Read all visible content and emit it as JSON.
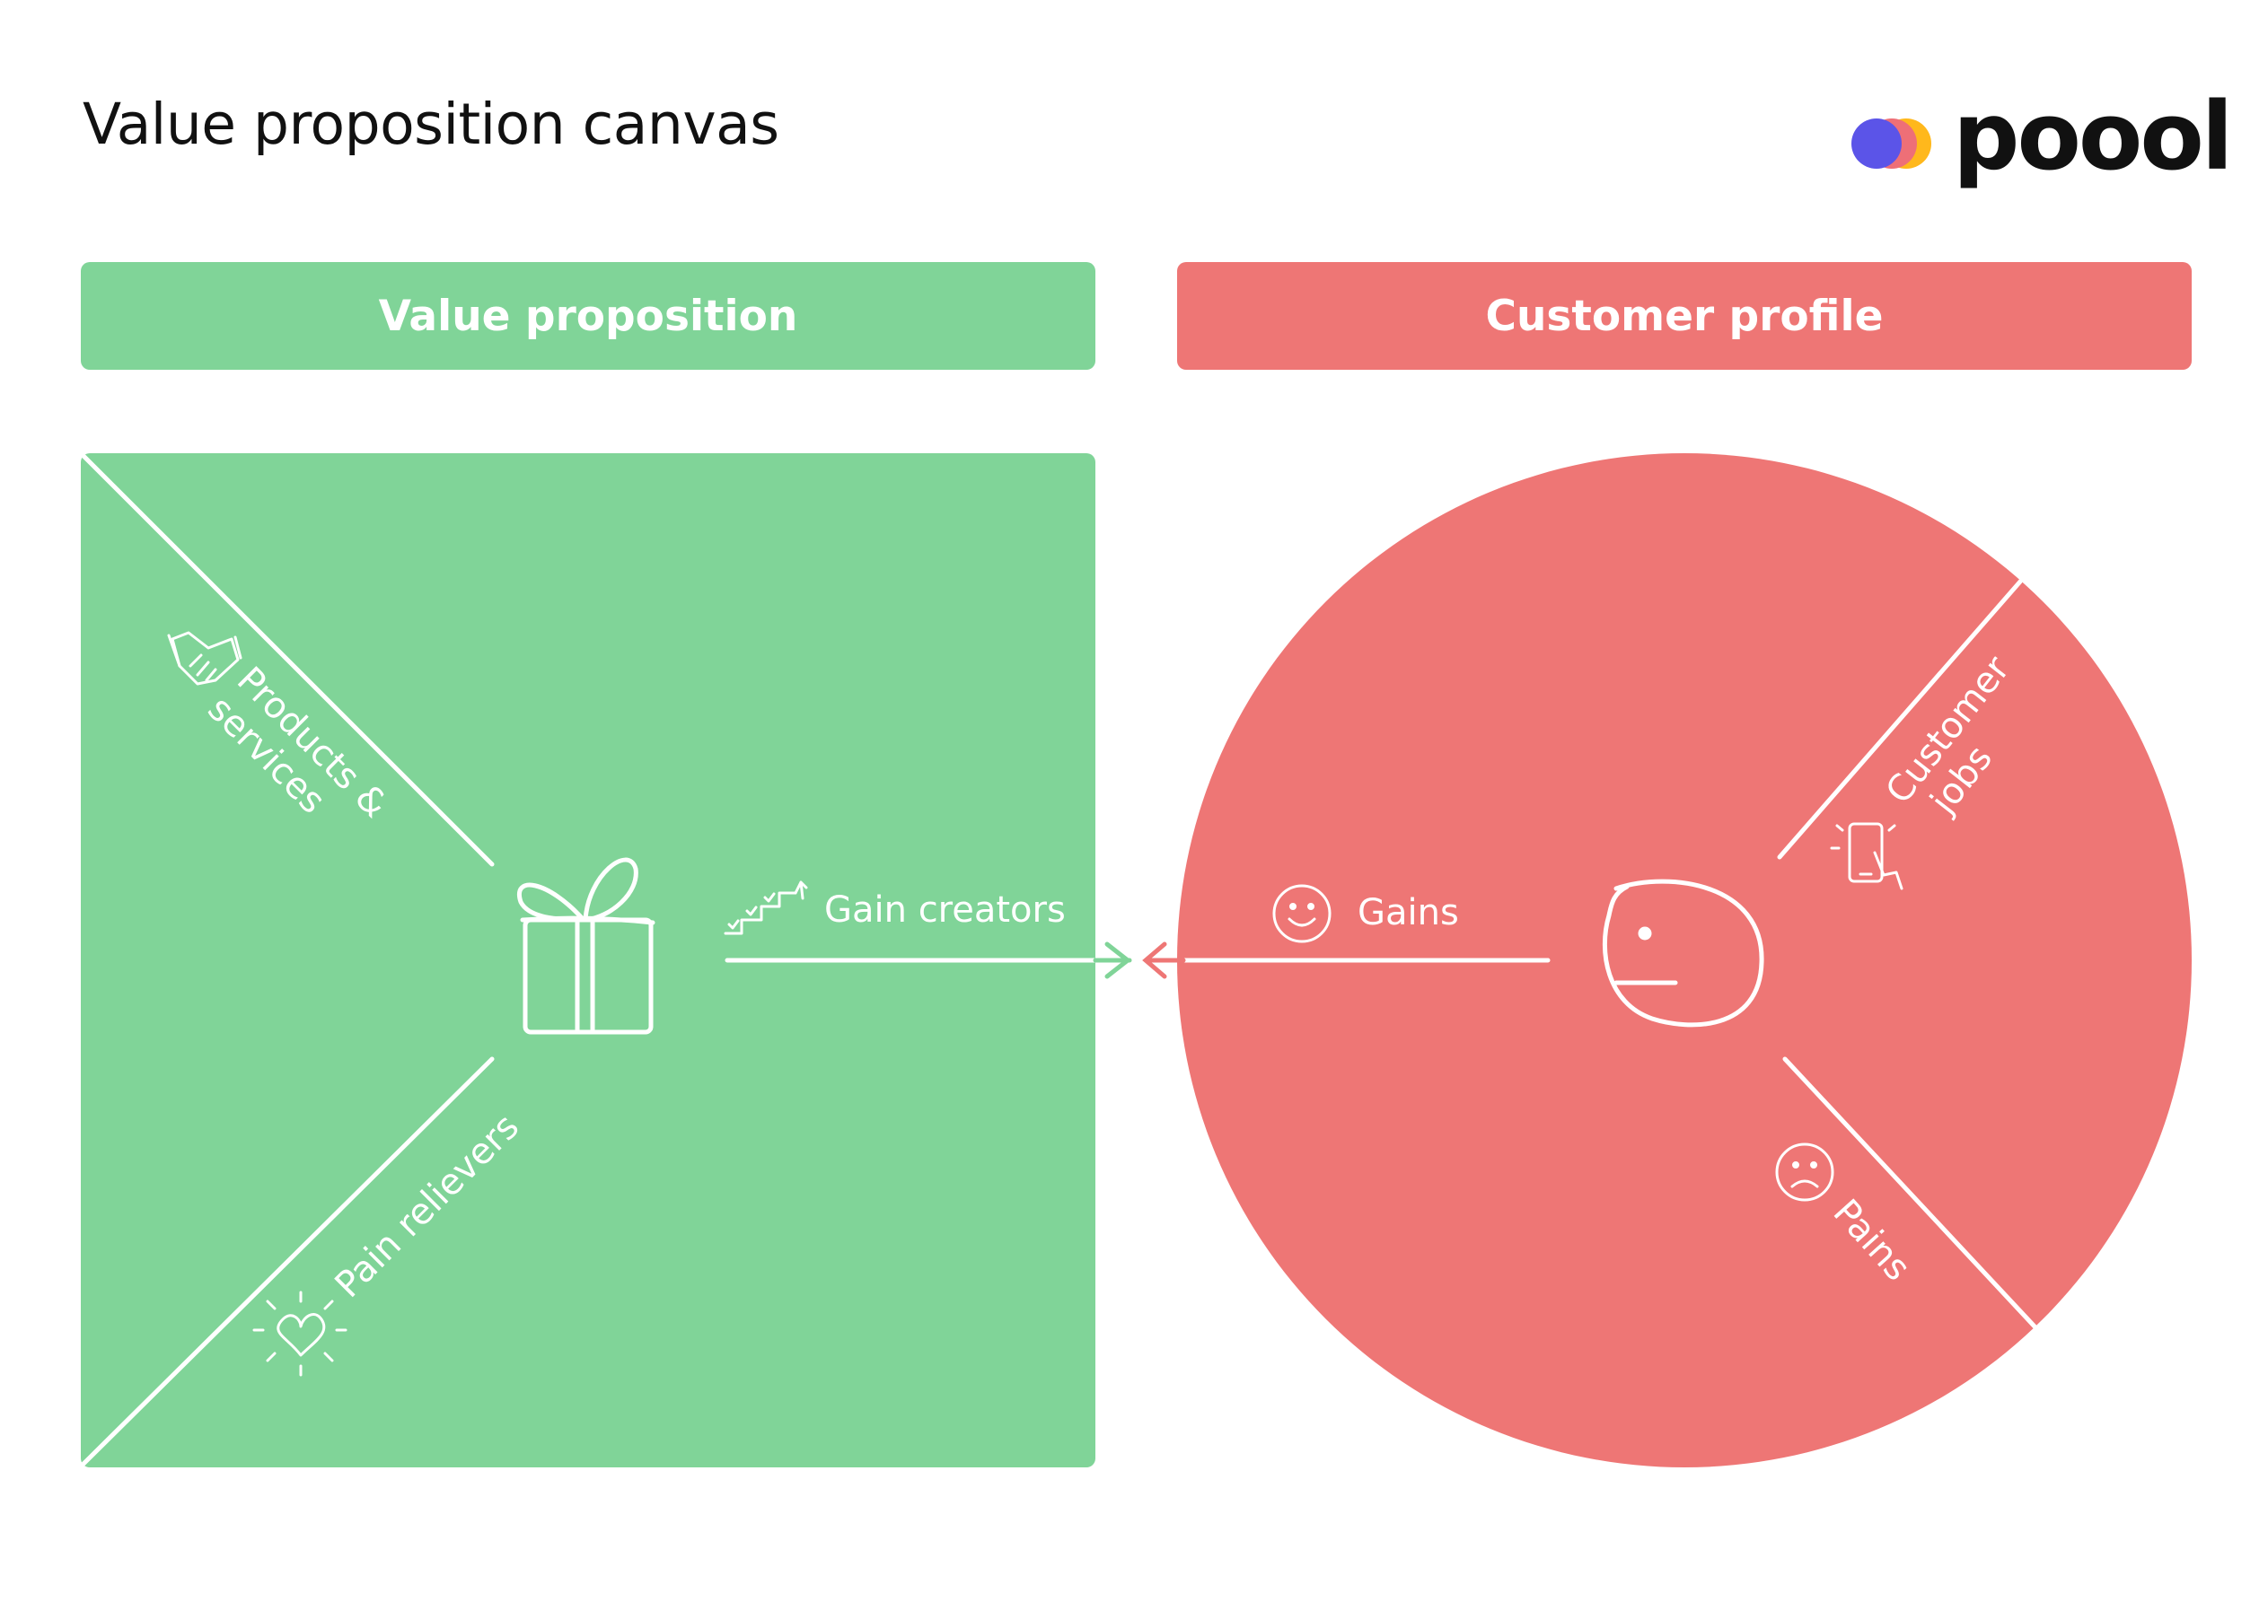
{
  "page": {
    "title": "Value proposition canvas"
  },
  "logo": {
    "text": "poool",
    "colors": [
      "#5b54e8",
      "#ee6f77",
      "#ffb81c"
    ]
  },
  "headers": {
    "value_proposition": "Value proposition",
    "customer_profile": "Customer profile"
  },
  "value_proposition": {
    "color": "#80d498",
    "center_icon": "gift-icon",
    "sections": {
      "products_services": {
        "label_line1": "Products &",
        "label_line2": "services",
        "icon": "handshake-icon"
      },
      "gain_creators": {
        "label": "Gain creators",
        "icon": "stairs-icon"
      },
      "pain_relievers": {
        "label": "Pain relievers",
        "icon": "heart-icon"
      }
    }
  },
  "customer_profile": {
    "color": "#ee7675",
    "center_icon": "face-icon",
    "sections": {
      "gains": {
        "label": "Gains",
        "icon": "smile-icon"
      },
      "customer_jobs": {
        "label_line1": "Customer",
        "label_line2": "jobs",
        "icon": "phone-tap-icon"
      },
      "pains": {
        "label": "Pains",
        "icon": "sad-icon"
      }
    }
  }
}
